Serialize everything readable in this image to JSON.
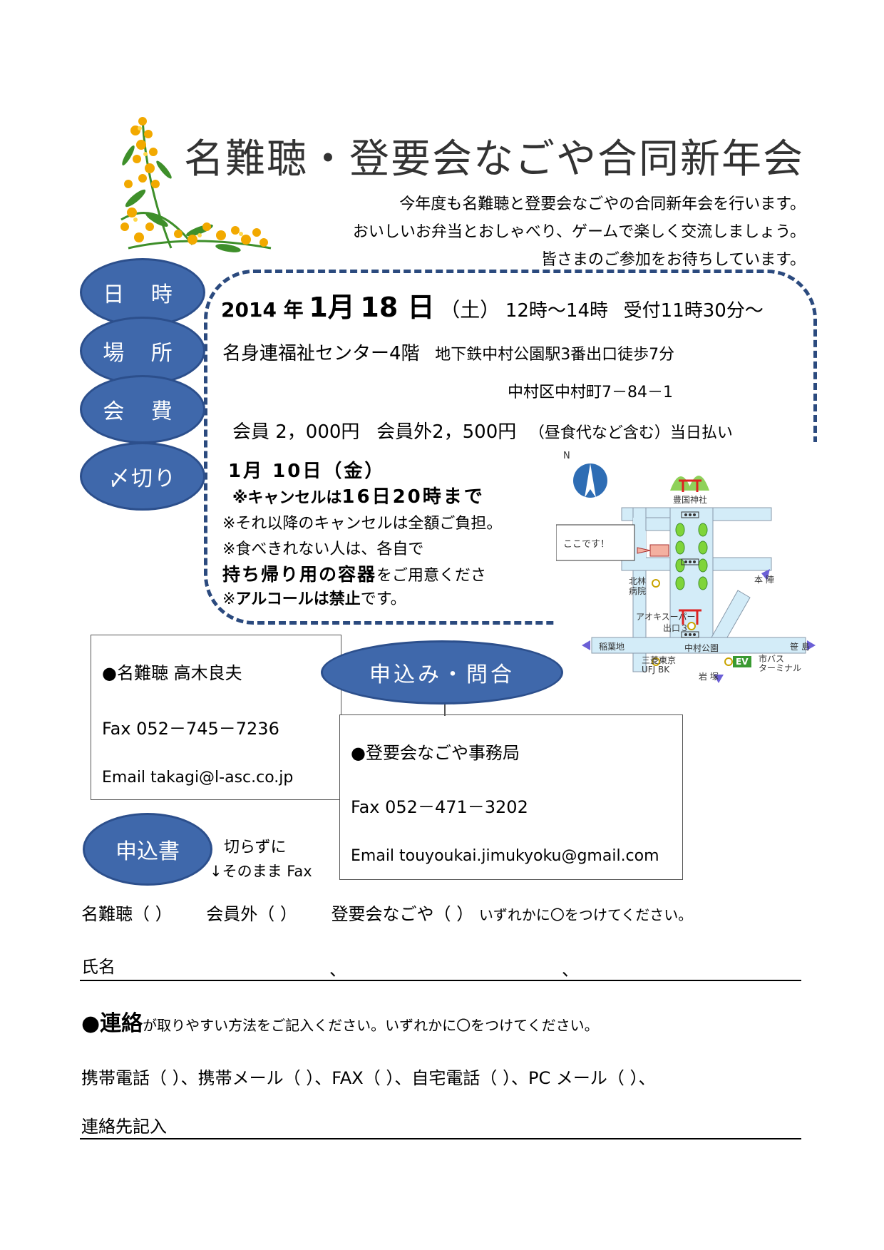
{
  "title": "名難聴・登要会なごや合同新年会",
  "intro": [
    "今年度も名難聴と登要会なごやの合同新年会を行います。",
    "おいしいお弁当とおしゃべり、ゲームで楽しく交流しましょう。",
    "皆さまのご参加をお待ちしています。"
  ],
  "labels": {
    "datetime": "日 時",
    "place": "場 所",
    "fee": "会 費",
    "deadline": "〆切り"
  },
  "datetime": {
    "year": "2014 年",
    "month": "1月",
    "day": "18 日",
    "weekday": "（土）",
    "time": "12時～14時",
    "reception": "受付11時30分～"
  },
  "place": {
    "venue": "名身連福祉センター4階",
    "access": "地下鉄中村公園駅3番出口徒歩7分",
    "address": "中村区中村町7－84－1"
  },
  "fee": {
    "member": "会員  2，000円",
    "nonmember": "会員外2，500円",
    "note": "（昼食代など含む）当日払い"
  },
  "deadline": {
    "date": "1月 10日（金）",
    "cancel_prefix": "※キャンセルは",
    "cancel_deadline": "16日20時まで",
    "after": "※それ以降のキャンセルは全額ご負担。",
    "leftover": "※食べきれない人は、各自で",
    "container_bold": "持ち帰り用の容器",
    "container_rest": "をご用意くださ",
    "alcohol_prefix": "※",
    "alcohol_bold": "アルコールは禁止",
    "alcohol_rest": "です。"
  },
  "map": {
    "north": "N",
    "shrine": "豊国神社",
    "here": "ここです！",
    "hospital": "北林\n病院",
    "supermarket": "アオキスーパー",
    "exit": "出口３",
    "inabaji": "稲葉地",
    "sasashima": "笹 島",
    "station": "中村公園",
    "bank": "三菱東京\nUFJ BK",
    "ev": "EV",
    "bus": "市バス\nターミナル",
    "iwatsuka": "岩 塚",
    "honjin": "本 陣"
  },
  "inquiry": {
    "title": "申込み・問合"
  },
  "contact1": {
    "name": "●名難聴  高木良夫",
    "fax": "Fax  052－745－7236",
    "email": "Email takagi@l-asc.co.jp"
  },
  "contact2": {
    "name": "●登要会なごや事務局",
    "fax": "Fax  052－471－3202",
    "email": "Email touyoukai.jimukyoku@gmail.com"
  },
  "form": {
    "title": "申込書",
    "note1": "切らずに",
    "note2": "↓そのまま Fax",
    "affiliation": {
      "a": "名難聴（     ）",
      "b": "会員外（     ）",
      "c": "登要会なごや（     ）",
      "note": "いずれかに〇をつけてください。"
    },
    "name_label": "氏名",
    "name_sep1": "、",
    "name_sep2": "、",
    "contact_bullet": "●連絡",
    "contact_rest": "が取りやすい方法をご記入ください。いずれかに〇をつけてください。",
    "methods": "携帯電話（  ）、携帯メール（  ）、FAX（  ）、自宅電話（  ）、PC メール（  ）、",
    "contact_entry": "連絡先記入"
  },
  "colors": {
    "oval": "#3f68ab",
    "dash": "#2b4a7e",
    "mimosa": "#f2a900",
    "leaf": "#3e8f2a",
    "road": "#d3ecf8"
  }
}
